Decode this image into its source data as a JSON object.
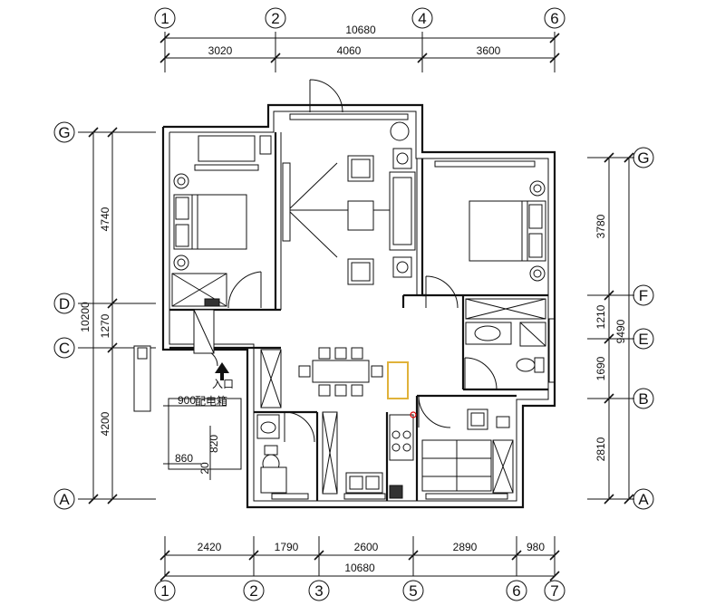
{
  "top_axes": [
    "1",
    "2",
    "4",
    "6"
  ],
  "top_total": "10680",
  "top_segments": [
    "3020",
    "4060",
    "3600"
  ],
  "bottom_axes": [
    "1",
    "2",
    "3",
    "5",
    "6",
    "7"
  ],
  "bottom_total": "10680",
  "bottom_segments": [
    "2420",
    "1790",
    "2600",
    "2890",
    "980"
  ],
  "left_axes": [
    "G",
    "D",
    "C",
    "A"
  ],
  "left_total": "10200",
  "left_segments": [
    "4740",
    "1270",
    "4200"
  ],
  "right_axes": [
    "G",
    "F",
    "E",
    "B",
    "A"
  ],
  "right_total": "9490",
  "right_segments": [
    "3780",
    "1210",
    "1690",
    "2810"
  ],
  "entrance_label": "入口",
  "small_dims": [
    "900",
    "860",
    "820",
    "20"
  ],
  "small_sign": "配电箱"
}
